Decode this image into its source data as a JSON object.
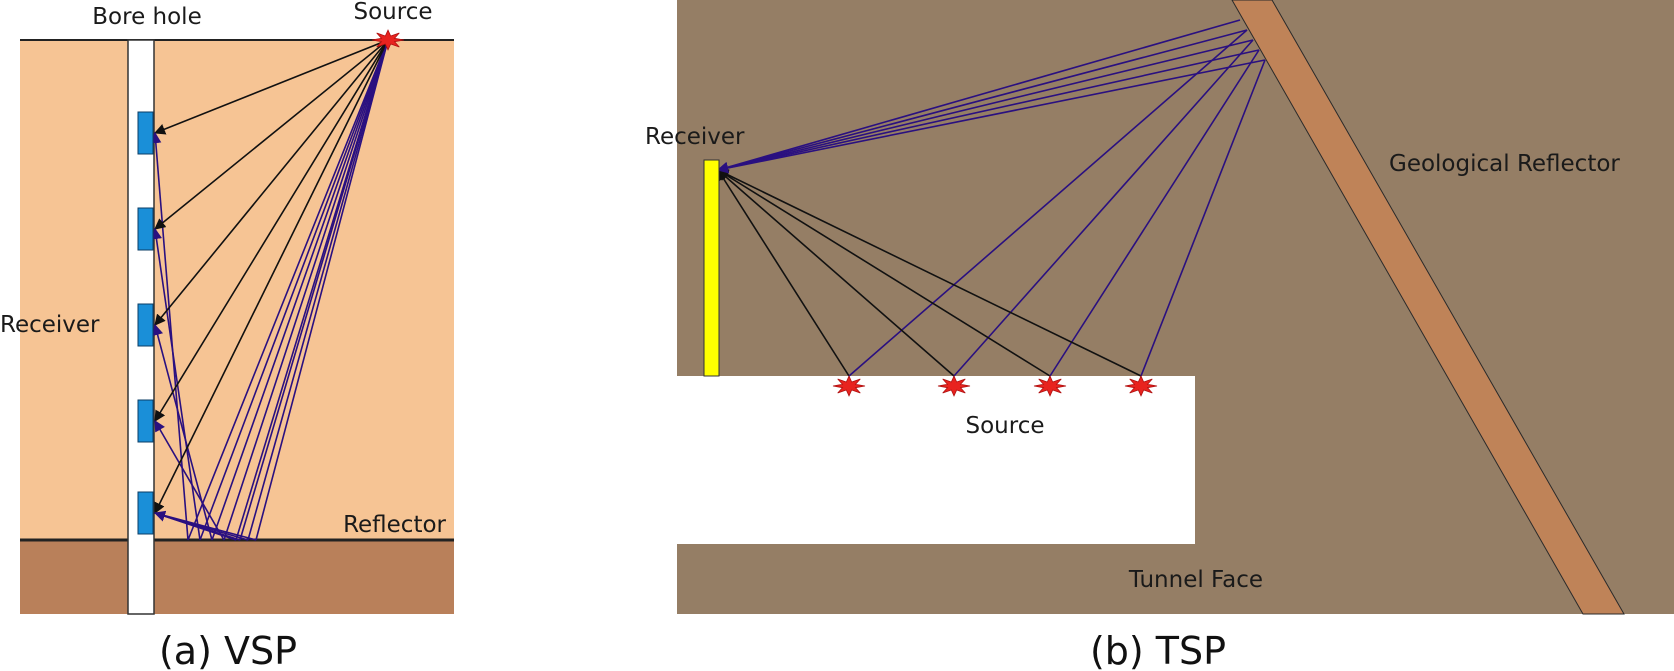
{
  "vsp": {
    "labels": {
      "borehole": "Bore hole",
      "source": "Source",
      "receiver": "Receiver",
      "reflector": "Reflector"
    },
    "caption": "(a) VSP",
    "receiver_count": 5
  },
  "tsp": {
    "labels": {
      "receiver": "Receiver",
      "source": "Source",
      "reflector": "Geological Reflector",
      "tunnel_face": "Tunnel Face"
    },
    "caption": "(b) TSP",
    "source_count": 4
  },
  "colors": {
    "upper_layer": "#f6c494",
    "lower_layer": "#b9805a",
    "rock": "#957e65",
    "reflector_band": "#bf8358",
    "receiver_block": "#1a8fd8",
    "receiver_bar": "#ffff00",
    "source_star": "#e8231f",
    "direct_ray": "#111111",
    "reflected_ray": "#2a1080"
  }
}
